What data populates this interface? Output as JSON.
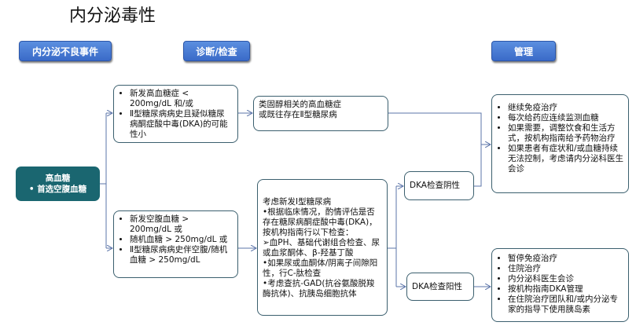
{
  "title": "内分泌毒性",
  "headers": {
    "event": "内分泌不良事件",
    "diagnosis": "诊断/检查",
    "management": "管理"
  },
  "event_box": {
    "title": "高血糖",
    "bullet": "首选空腹血糖"
  },
  "upper_criteria": [
    "新发高血糖症 < 200mg/dL 和/或",
    "Ⅱ型糖尿病病史且疑似糖尿病酮症酸中毒(DKA)的可能性小"
  ],
  "lower_criteria": [
    "新发空腹血糖 > 200mg/dL 或",
    "随机血糖 > 250mg/dL 或",
    "Ⅱ型糖尿病病史伴空腹/随机血糖 > 250mg/dL"
  ],
  "steroid_box": {
    "line1": "类固醇相关的高血糖症",
    "line2": "或既往存在Ⅱ型糖尿病"
  },
  "type1_box": {
    "heading": "考虑新发Ⅰ型糖尿病",
    "lines": [
      "•根据临床情况，酌情评估是否存在糖尿病酮症酸中毒(DKA)，按机构指南行以下检查：",
      "➢血PH、基础代谢组合检查、尿或血浆酮体、β-羟基丁酸",
      "•如果尿或血酮体/阴离子间隙阳性，行C-肽检查",
      "•考虑查抗-GAD(抗谷氨酸脱羧酶抗体)、抗胰岛细胞抗体"
    ]
  },
  "dka_negative": "DKA检查阴性",
  "dka_positive": "DKA检查阳性",
  "manage_upper": [
    "继续免疫治疗",
    "每次给药应连续监测血糖",
    "如果需要，调整饮食和生活方式，按机构指南给予药物治疗",
    "如果患者有症状和/或血糖持续无法控制，考虑请内分泌科医生会诊"
  ],
  "manage_lower": [
    "暂停免疫治疗",
    "住院治疗",
    "内分泌科医生会诊",
    "按机构指南DKA管理",
    "在住院治疗团队和/或内分泌专家的指导下使用胰岛素"
  ],
  "colors": {
    "header": "#3a6ac8",
    "event": "#1a6670",
    "connector": "#5b74a8"
  }
}
